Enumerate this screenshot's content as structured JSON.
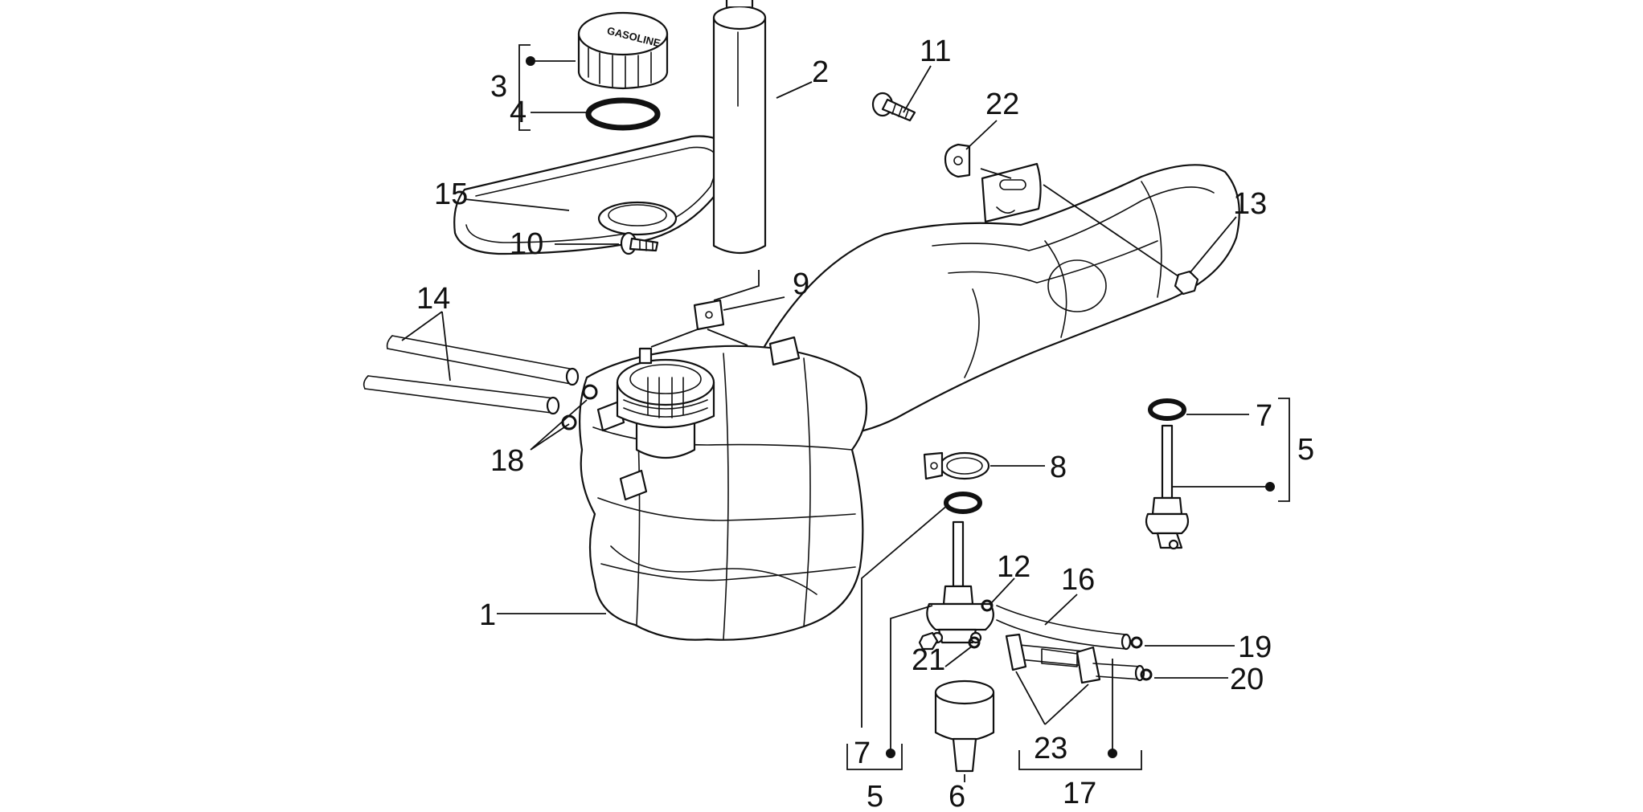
{
  "diagram": {
    "cap_stamp": "GASOLINE",
    "labels": {
      "l1": "1",
      "l2": "2",
      "l3": "3",
      "l4": "4",
      "l5a": "5",
      "l5b": "5",
      "l6": "6",
      "l7a": "7",
      "l7b": "7",
      "l8": "8",
      "l9": "9",
      "l10": "10",
      "l11": "11",
      "l12": "12",
      "l13": "13",
      "l14": "14",
      "l15": "15",
      "l16": "16",
      "l17": "17",
      "l18": "18",
      "l19": "19",
      "l20": "20",
      "l21": "21",
      "l22": "22",
      "l23": "23"
    }
  }
}
